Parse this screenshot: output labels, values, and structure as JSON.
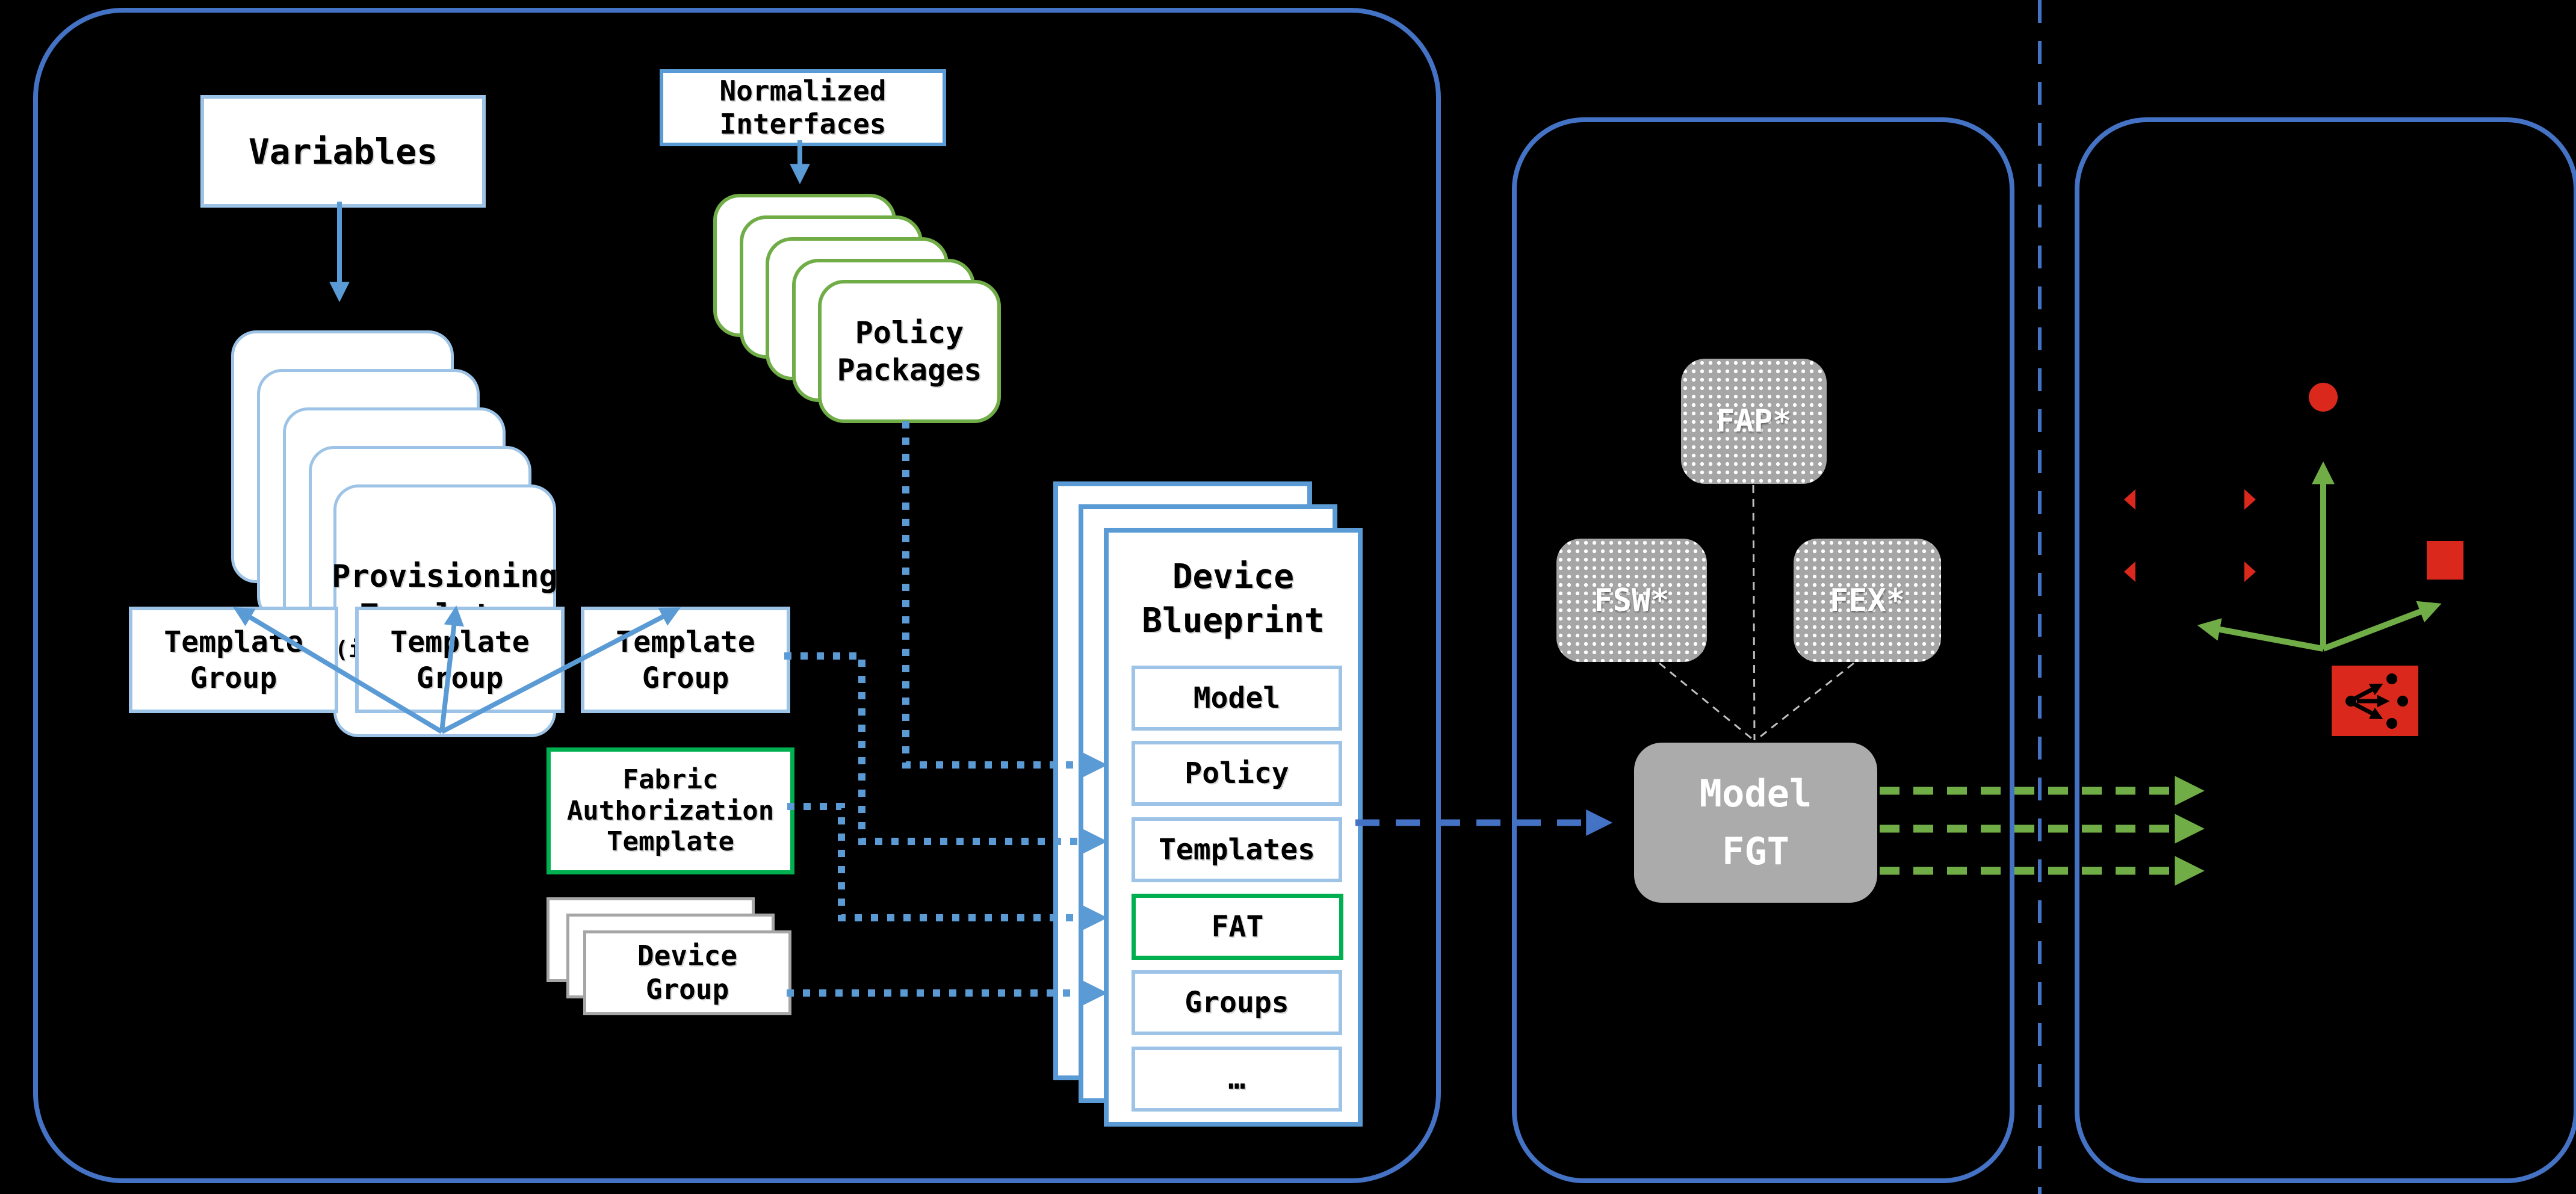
{
  "diagram": {
    "left_panel": {
      "variables_label": "Variables",
      "normalized_interfaces": {
        "line1": "Normalized",
        "line2": "Interfaces"
      },
      "provisioning_templates": {
        "line1": "Provisioning",
        "line2": "Templates",
        "line3": "(incl.SD-Branch)"
      },
      "policy_packages": {
        "line1": "Policy",
        "line2": "Packages"
      },
      "template_group": {
        "line1": "Template",
        "line2": "Group"
      },
      "fabric_authorization_template": {
        "line1": "Fabric",
        "line2": "Authorization",
        "line3": "Template"
      },
      "device_group": {
        "line1": "Device",
        "line2": "Group"
      },
      "device_blueprint": {
        "title_line1": "Device",
        "title_line2": "Blueprint",
        "rows": [
          "Model",
          "Policy",
          "Templates",
          "FAT",
          "Groups",
          "…"
        ]
      }
    },
    "middle_panel": {
      "fap_label": "FAP*",
      "fsw_label": "FSW*",
      "fex_label": "FEX*",
      "model_fgt": {
        "line1": "Model",
        "line2": "FGT"
      }
    },
    "colors": {
      "panel_border_blue": "#4472C4",
      "light_blue_border": "#9DC3E6",
      "arrow_blue": "#5B9BD5",
      "dashed_arrow_blue": "#4472C4",
      "green": "#70AD47",
      "bright_green_border": "#00B050",
      "gray_fill": "#A6A6A6",
      "fortinet_red": "#DA291C",
      "background": "#000000"
    }
  }
}
